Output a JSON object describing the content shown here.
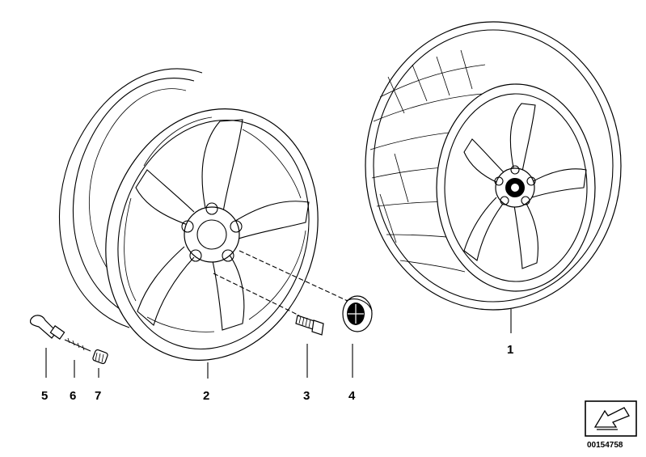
{
  "diagram": {
    "callouts": [
      {
        "id": "1",
        "label": "1"
      },
      {
        "id": "2",
        "label": "2"
      },
      {
        "id": "3",
        "label": "3"
      },
      {
        "id": "4",
        "label": "4"
      },
      {
        "id": "5",
        "label": "5"
      },
      {
        "id": "6",
        "label": "6"
      },
      {
        "id": "7",
        "label": "7"
      }
    ],
    "document_number": "00154758",
    "nav_icon": "arrow-return-icon"
  }
}
